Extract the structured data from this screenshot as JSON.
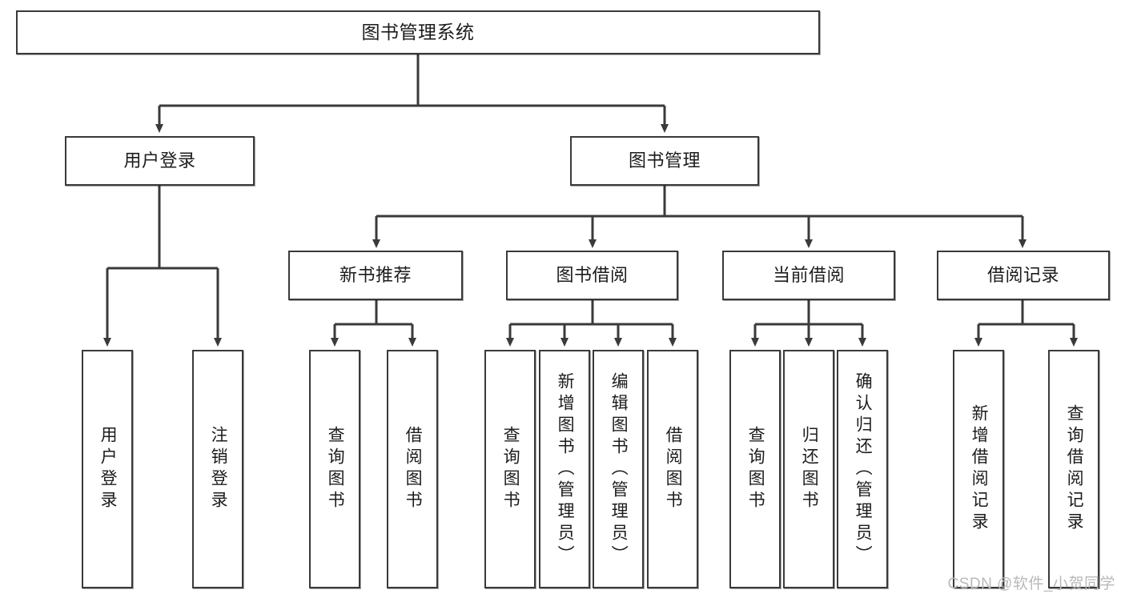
{
  "diagram": {
    "title": "图书管理系统",
    "watermark": "CSDN @软件_小贺同学",
    "colors": {
      "stroke": "#3a3a3a",
      "box_fill": "#ffffff",
      "text": "#1c1c1c",
      "watermark": "#b9b9b9",
      "background": "#ffffff"
    },
    "levels": {
      "root": "图书管理系统",
      "level2": [
        "用户登录",
        "图书管理"
      ],
      "level3": [
        "新书推荐",
        "图书借阅",
        "当前借阅",
        "借阅记录"
      ]
    },
    "nodes": {
      "root": {
        "label": "图书管理系统"
      },
      "user_login": {
        "label": "用户登录"
      },
      "book_manage": {
        "label": "图书管理"
      },
      "new_book_rec": {
        "label": "新书推荐"
      },
      "book_borrow": {
        "label": "图书借阅"
      },
      "current_borrow": {
        "label": "当前借阅"
      },
      "borrow_record": {
        "label": "借阅记录"
      },
      "leaf_user_login": {
        "label": "用户登录"
      },
      "leaf_logout": {
        "label": "注销登录"
      },
      "leaf_query_book_1": {
        "label": "查询图书"
      },
      "leaf_borrow_book_1": {
        "label": "借阅图书"
      },
      "leaf_query_book_2": {
        "label": "查询图书"
      },
      "leaf_add_book_admin": {
        "label": "新增图书（管理员）"
      },
      "leaf_edit_book_admin": {
        "label": "编辑图书（管理员）"
      },
      "leaf_borrow_book_2": {
        "label": "借阅图书"
      },
      "leaf_query_book_3": {
        "label": "查询图书"
      },
      "leaf_return_book": {
        "label": "归还图书"
      },
      "leaf_confirm_return_admin": {
        "label": "确认归还（管理员）"
      },
      "leaf_add_record": {
        "label": "新增借阅记录"
      },
      "leaf_query_record": {
        "label": "查询借阅记录"
      }
    }
  }
}
